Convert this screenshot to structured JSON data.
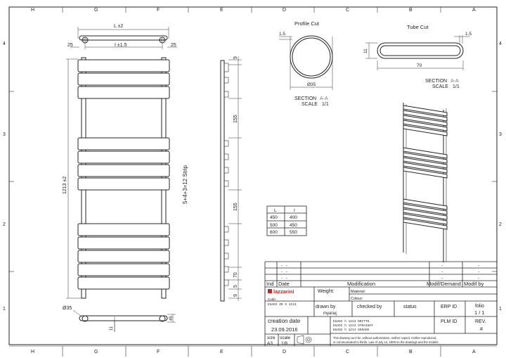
{
  "frame": {
    "top_letters": [
      "H",
      "G",
      "F",
      "E",
      "D",
      "C",
      "B",
      "A"
    ],
    "bottom_letters": [
      "H",
      "G",
      "F",
      "E",
      "D",
      "C",
      "B",
      "A"
    ],
    "side_numbers": [
      "4",
      "3",
      "2",
      "1"
    ]
  },
  "top_view": {
    "length": "L ±2",
    "inner": "I ±1.5",
    "left_offset": "25",
    "right_offset": "25"
  },
  "front_view": {
    "height": "1213 ±2",
    "pipe_dia": "Ø35",
    "strip_note": "5+4+3=12 Strip"
  },
  "side_view": {
    "dim_top": "9",
    "dim_gap1": "155",
    "dim_gap2": "155",
    "dim_70": "70",
    "dim_5": "5",
    "dim_9b": "9"
  },
  "bottom_view": {
    "dim_11": "11",
    "dim_45": "45"
  },
  "profile_cut": {
    "title": "Profile Cut",
    "wall": "1.5",
    "dia": "Ø35",
    "section": "SECTION",
    "section_id": "A-A",
    "scale_label": "SCALE",
    "scale": "1/1"
  },
  "tube_cut": {
    "title": "Tube Cut",
    "wall": "1.5",
    "height": "11",
    "width": "70",
    "section": "SECTION",
    "section_id": "A-A",
    "scale_label": "SCALE",
    "scale": "1/1"
  },
  "size_table": {
    "headers": [
      "L",
      "I"
    ],
    "rows": [
      [
        "450",
        "400"
      ],
      [
        "500",
        "450"
      ],
      [
        "600",
        "550"
      ]
    ]
  },
  "revision_block": {
    "dashes": [
      "-",
      "-",
      "-"
    ],
    "col_headers": [
      "Ind",
      "Date",
      "Modification",
      "Modif/Demand",
      "Modif by"
    ]
  },
  "title_block": {
    "logo": "lazzarini",
    "code_label": "Code:",
    "code": "EGADI ZR S 1213",
    "weight_label": "Weight:",
    "material_label": "Material:",
    "colour_label": "Colour:",
    "drawn_by_label": "drawn by",
    "drawn_by": "myaraç",
    "checked_by_label": "checked by",
    "status_label": "status",
    "erp_label": "ERP ID",
    "folio_label": "folio",
    "folio": "1 / 1",
    "creation_label": "creation date",
    "creation_date": "23.09.2016",
    "descriptions": [
      "EGADI h 1213 DRITTO",
      "EGADI h 1213 STRAIGHT",
      "EGADI h 1213 GERADE"
    ],
    "plm_label": "PLM ID",
    "rev_label": "REV.",
    "rev": "#",
    "size_label": "size",
    "size": "A3",
    "scale_label": "scale",
    "scale": "1/8",
    "disclaimer_1": "This drawing can't be, without authorization, neither copied, neither reproduced,",
    "disclaimer_2": "or communicated to thirds. Law of July 14, 1909 on the drawings and the models."
  },
  "colors": {
    "line": "#222222",
    "background": "#ffffff"
  }
}
